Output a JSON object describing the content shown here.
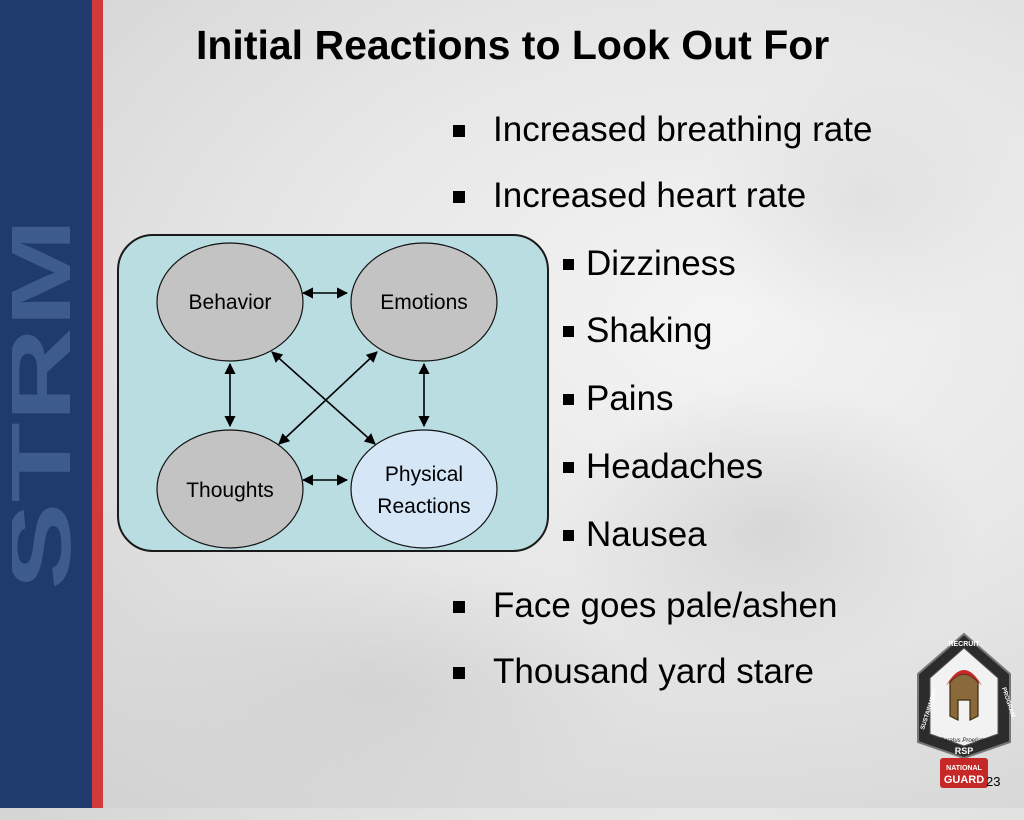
{
  "slide": {
    "title": "Initial Reactions to Look Out For",
    "sidebar_text": "STRM",
    "page_number": "23"
  },
  "bullets": [
    {
      "text": "Increased breathing rate"
    },
    {
      "text": "Increased heart rate"
    }
  ],
  "sub_bullets": [
    {
      "text": "Dizziness"
    },
    {
      "text": "Shaking"
    },
    {
      "text": "Pains"
    },
    {
      "text": "Headaches"
    },
    {
      "text": "Nausea"
    }
  ],
  "bullets_after": [
    {
      "text": "Face goes pale/ashen"
    },
    {
      "text": "Thousand yard stare"
    }
  ],
  "diagram": {
    "nodes": {
      "behavior": "Behavior",
      "emotions": "Emotions",
      "thoughts": "Thoughts",
      "physical_line1": "Physical",
      "physical_line2": "Reactions"
    }
  },
  "logo": {
    "text_top": "RECRUIT",
    "text_left": "SUSTAINMENT",
    "text_right": "PROGRAM",
    "motto": "Paratus Proeliator",
    "abbr": "RSP",
    "badge_top": "NATIONAL",
    "badge_bottom": "GUARD"
  },
  "colors": {
    "sidebar": "#1f3a6c",
    "accent_red": "#d03a3a",
    "panel": "#b9dde0",
    "node_gray": "#c3c3c3",
    "node_highlight": "#d5e6f7"
  }
}
